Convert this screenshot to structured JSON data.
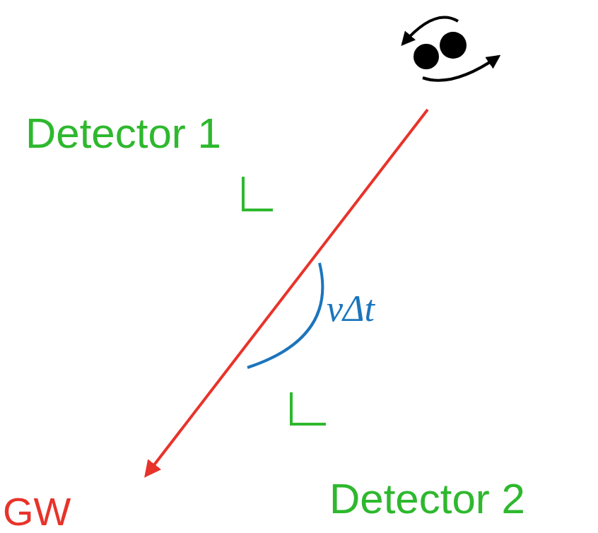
{
  "diagram": {
    "labels": [
      "Detector 1",
      "vΔt",
      "Detector 2",
      "GW"
    ]
  }
}
